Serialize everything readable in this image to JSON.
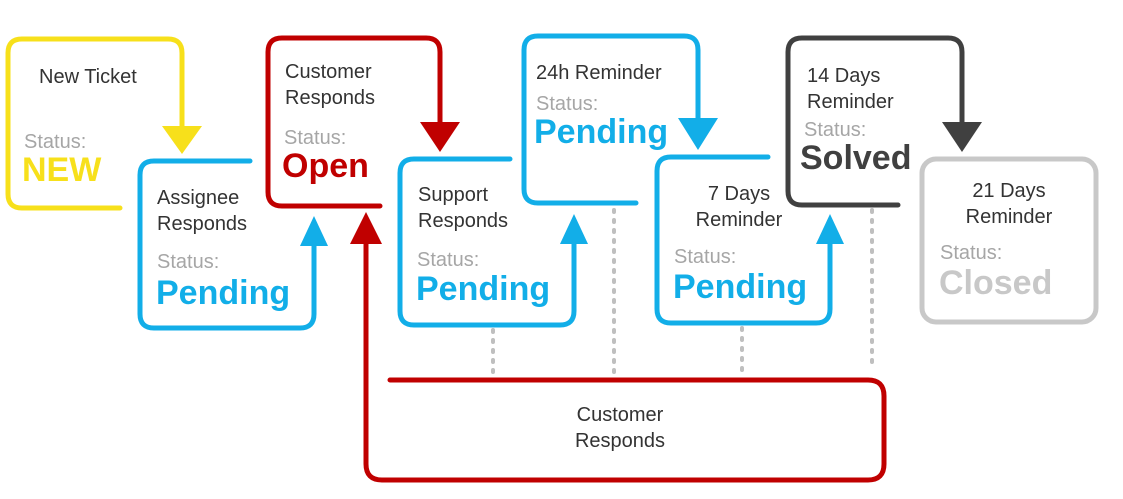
{
  "status_label": "Status:",
  "colors": {
    "yellow": "#f7e01b",
    "red": "#c00000",
    "blue": "#12aee8",
    "dark": "#404040",
    "grey": "#c8c8c8",
    "dotted": "#bfbfbf"
  },
  "steps": {
    "new_ticket": {
      "title": "New Ticket",
      "status": "NEW"
    },
    "assignee_responds": {
      "title": "Assignee\nResponds",
      "status": "Pending"
    },
    "customer_responds": {
      "title": "Customer\nResponds",
      "status": "Open"
    },
    "support_responds": {
      "title": "Support\nResponds",
      "status": "Pending"
    },
    "reminder_24h": {
      "title": "24h Reminder",
      "status": "Pending"
    },
    "reminder_7d": {
      "title": "7 Days\nReminder",
      "status": "Pending"
    },
    "reminder_14d": {
      "title": "14 Days\nReminder",
      "status": "Solved"
    },
    "reminder_21d": {
      "title": "21 Days\nReminder",
      "status": "Closed"
    }
  },
  "loop": {
    "title": "Customer\nResponds"
  }
}
